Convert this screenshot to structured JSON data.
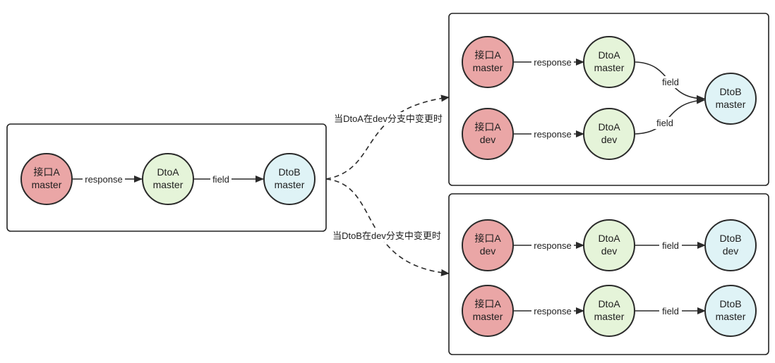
{
  "left_panel": {
    "nodes": {
      "api": {
        "line1": "接口A",
        "line2": "master"
      },
      "dtoa": {
        "line1": "DtoA",
        "line2": "master"
      },
      "dtob": {
        "line1": "DtoB",
        "line2": "master"
      }
    },
    "edges": {
      "response": "response",
      "field": "field"
    }
  },
  "transitions": {
    "top": "当DtoA在dev分支中变更时",
    "bottom": "当DtoB在dev分支中变更时"
  },
  "top_panel": {
    "nodes": {
      "api_master": {
        "line1": "接口A",
        "line2": "master"
      },
      "api_dev": {
        "line1": "接口A",
        "line2": "dev"
      },
      "dtoa_master": {
        "line1": "DtoA",
        "line2": "master"
      },
      "dtoa_dev": {
        "line1": "DtoA",
        "line2": "dev"
      },
      "dtob_master": {
        "line1": "DtoB",
        "line2": "master"
      }
    },
    "edges": {
      "response_1": "response",
      "response_2": "response",
      "field_1": "field",
      "field_2": "field"
    }
  },
  "bottom_panel": {
    "nodes": {
      "api_dev": {
        "line1": "接口A",
        "line2": "dev"
      },
      "api_master": {
        "line1": "接口A",
        "line2": "master"
      },
      "dtoa_dev": {
        "line1": "DtoA",
        "line2": "dev"
      },
      "dtoa_master": {
        "line1": "DtoA",
        "line2": "master"
      },
      "dtob_dev": {
        "line1": "DtoB",
        "line2": "dev"
      },
      "dtob_master": {
        "line1": "DtoB",
        "line2": "master"
      }
    },
    "edges": {
      "response_1": "response",
      "response_2": "response",
      "field_1": "field",
      "field_2": "field"
    }
  }
}
